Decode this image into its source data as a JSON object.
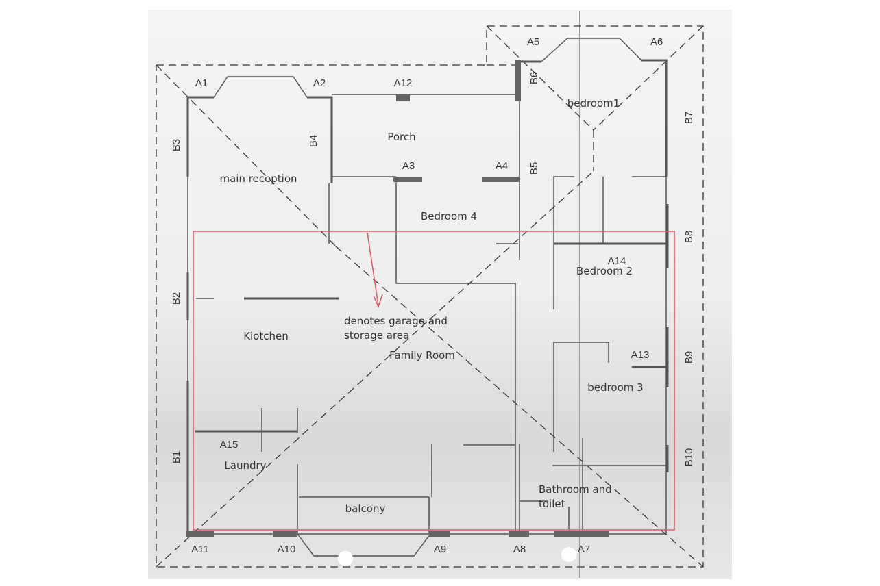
{
  "rooms": {
    "main_reception": "main reception",
    "porch": "Porch",
    "bedroom1": "bedroom1",
    "bedroom4": "Bedroom 4",
    "bedroom2": "Bedroom 2",
    "kitchen": "Kiotchen",
    "family_room": "Family Room",
    "bedroom3": "bedroom 3",
    "laundry": "Laundry",
    "balcony": "balcony",
    "bathroom_line1": "Bathroom and",
    "bathroom_line2": "toilet"
  },
  "annotation": {
    "line1": "denotes garage and",
    "line2": "storage area",
    "color": "#e05560"
  },
  "codes_a": [
    "A1",
    "A2",
    "A3",
    "A4",
    "A5",
    "A6",
    "A7",
    "A8",
    "A9",
    "A10",
    "A11",
    "A12",
    "A13",
    "A14",
    "A15"
  ],
  "codes_b": [
    "B1",
    "B2",
    "B3",
    "B4",
    "B5",
    "B6",
    "B7",
    "B8",
    "B9",
    "B10"
  ]
}
